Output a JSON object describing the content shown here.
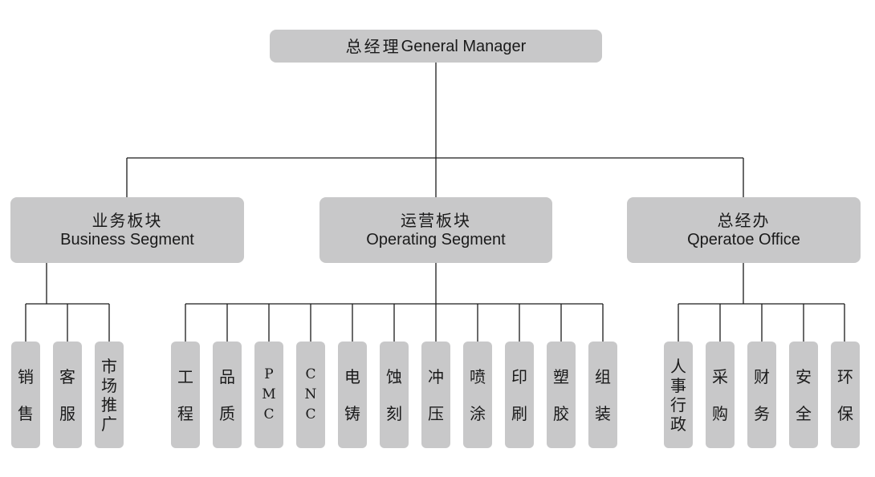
{
  "root": {
    "label_zh": "总经理",
    "label_en": "General Manager"
  },
  "segments": [
    {
      "label_zh": "业务板块",
      "label_en": "Business Segment",
      "departments": [
        "销售",
        "客服",
        "市场推广"
      ]
    },
    {
      "label_zh": "运营板块",
      "label_en": "Operating Segment",
      "departments": [
        "工程",
        "品质",
        "PMC",
        "CNC",
        "电铸",
        "蚀刻",
        "冲压",
        "喷涂",
        "印刷",
        "塑胶",
        "组装"
      ]
    },
    {
      "label_zh": "总经办",
      "label_en": "Qperatoe Office",
      "departments": [
        "人事行政",
        "采购",
        "财务",
        "安全",
        "环保"
      ]
    }
  ],
  "colors": {
    "box_fill": "#c8c8c9",
    "line": "#1a1a1a",
    "text": "#1a1a1a"
  }
}
